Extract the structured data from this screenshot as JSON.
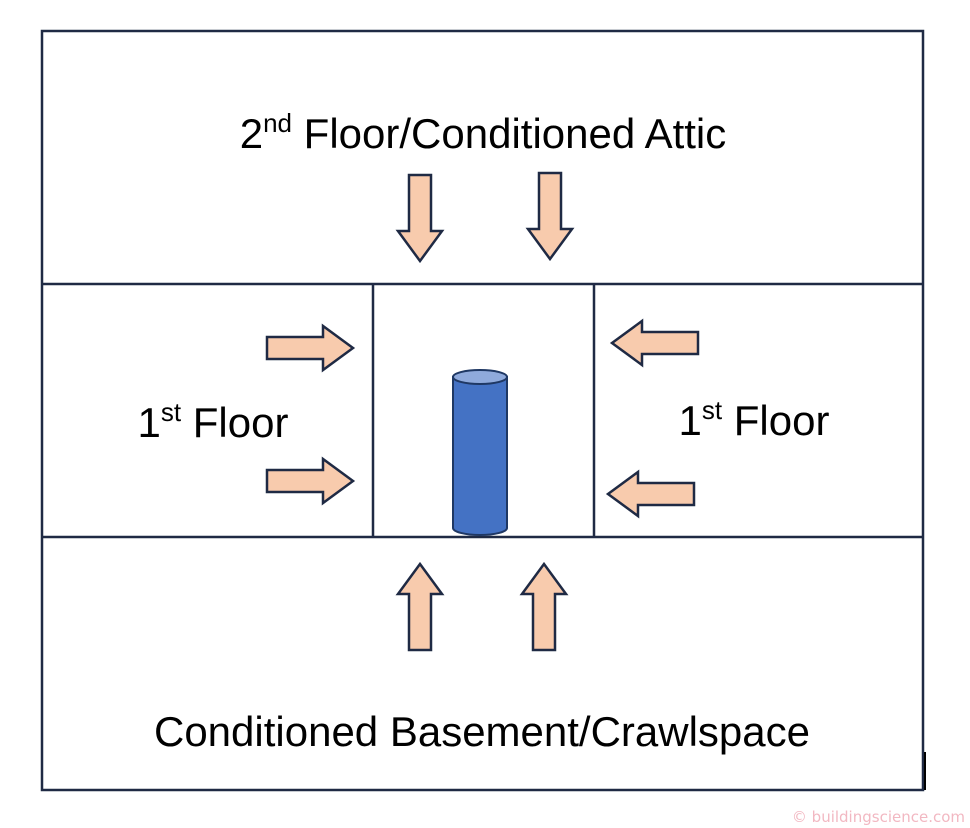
{
  "colors": {
    "frame": "#1f2a44",
    "arrow_fill": "#f8cbad",
    "arrow_stroke": "#1f2a44",
    "column_fill": "#4472c4",
    "column_top": "#8faadc",
    "column_stroke": "#1f3864",
    "watermark": "#f2b8c2"
  },
  "zones": {
    "top": {
      "label_base": "2",
      "label_sup": "nd",
      "label_rest": " Floor/Conditioned Attic"
    },
    "left": {
      "label_base": "1",
      "label_sup": "st",
      "label_rest": " Floor"
    },
    "right": {
      "label_base": "1",
      "label_sup": "st",
      "label_rest": " Floor"
    },
    "bottom": {
      "label": "Conditioned Basement/Crawlspace"
    }
  },
  "arrows": [
    {
      "zone": "top",
      "direction": "down"
    },
    {
      "zone": "top",
      "direction": "down"
    },
    {
      "zone": "left",
      "direction": "right"
    },
    {
      "zone": "left",
      "direction": "right"
    },
    {
      "zone": "right",
      "direction": "left"
    },
    {
      "zone": "right",
      "direction": "left"
    },
    {
      "zone": "bottom",
      "direction": "up"
    },
    {
      "zone": "bottom",
      "direction": "up"
    }
  ],
  "center_column": {
    "icon": "cylinder-icon"
  },
  "watermark": {
    "symbol": "©",
    "text": " buildingscience.com"
  }
}
